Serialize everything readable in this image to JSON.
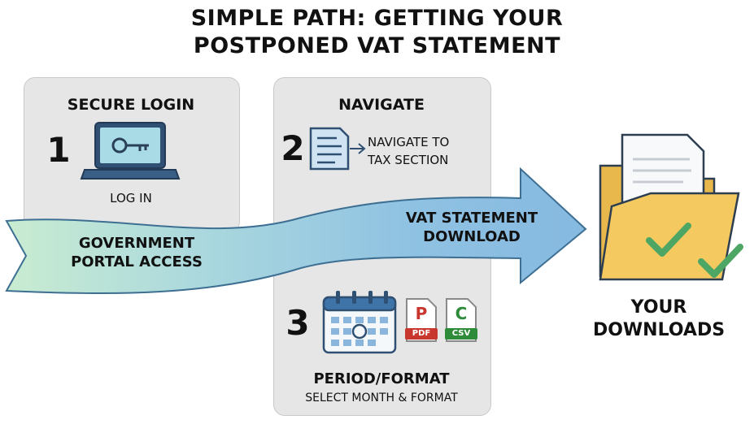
{
  "title": {
    "line1": "SIMPLE PATH: GETTING YOUR",
    "line2": "POSTPONED VAT STATEMENT"
  },
  "steps": [
    {
      "number": "1",
      "heading": "SECURE LOGIN",
      "caption": "LOG IN",
      "icon": "laptop-key-icon"
    },
    {
      "number": "2",
      "heading": "NAVIGATE",
      "caption_line1": "NAVIGATE TO",
      "caption_line2": "TAX SECTION",
      "icon": "document-arrow-icon"
    },
    {
      "number": "3",
      "heading": "PERIOD/FORMAT",
      "caption": "SELECT MONTH & FORMAT",
      "icon": "calendar-icon"
    }
  ],
  "arrow": {
    "start_line1": "GOVERNMENT",
    "start_line2": "PORTAL ACCESS",
    "end_line1": "VAT STATEMENT",
    "end_line2": "DOWNLOAD"
  },
  "formats": [
    {
      "letter": "P",
      "tag": "PDF",
      "color": "#c8372d"
    },
    {
      "letter": "C",
      "tag": "CSV",
      "color": "#2e8b3a"
    }
  ],
  "destination": {
    "line1": "YOUR",
    "line2": "DOWNLOADS",
    "icon": "folder-check-icon"
  }
}
